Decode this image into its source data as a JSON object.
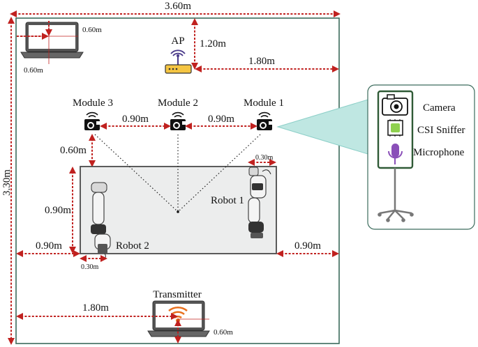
{
  "room": {
    "width_label": "3.60m",
    "height_label": "3.30m"
  },
  "access_point": {
    "label": "AP",
    "dist_top": "1.20m",
    "dist_right": "1.80m"
  },
  "laptop_top": {
    "dim_h": "0.60m",
    "dim_v": "0.60m"
  },
  "modules": [
    {
      "label": "Module 3"
    },
    {
      "label": "Module 2"
    },
    {
      "label": "Module 1"
    }
  ],
  "module_spacing": [
    "0.90m",
    "0.90m"
  ],
  "module_to_table": "0.60m",
  "table": {
    "robot1_label": "Robot 1",
    "robot2_label": "Robot 2",
    "robot1_offset": "0.30m",
    "robot2_offset": "0.30m",
    "left_gap": "0.90m",
    "right_gap": "0.90m",
    "table_depth": "0.90m"
  },
  "transmitter": {
    "label": "Transmitter",
    "dist_left": "1.80m",
    "dim_v": "0.60m"
  },
  "sensor_stand": {
    "items": [
      "Camera",
      "CSI Sniffer",
      "Microphone"
    ]
  },
  "colors": {
    "dimension": "#c0211f",
    "room_border": "#3b6b5c",
    "cone": "#bfe7e2"
  }
}
